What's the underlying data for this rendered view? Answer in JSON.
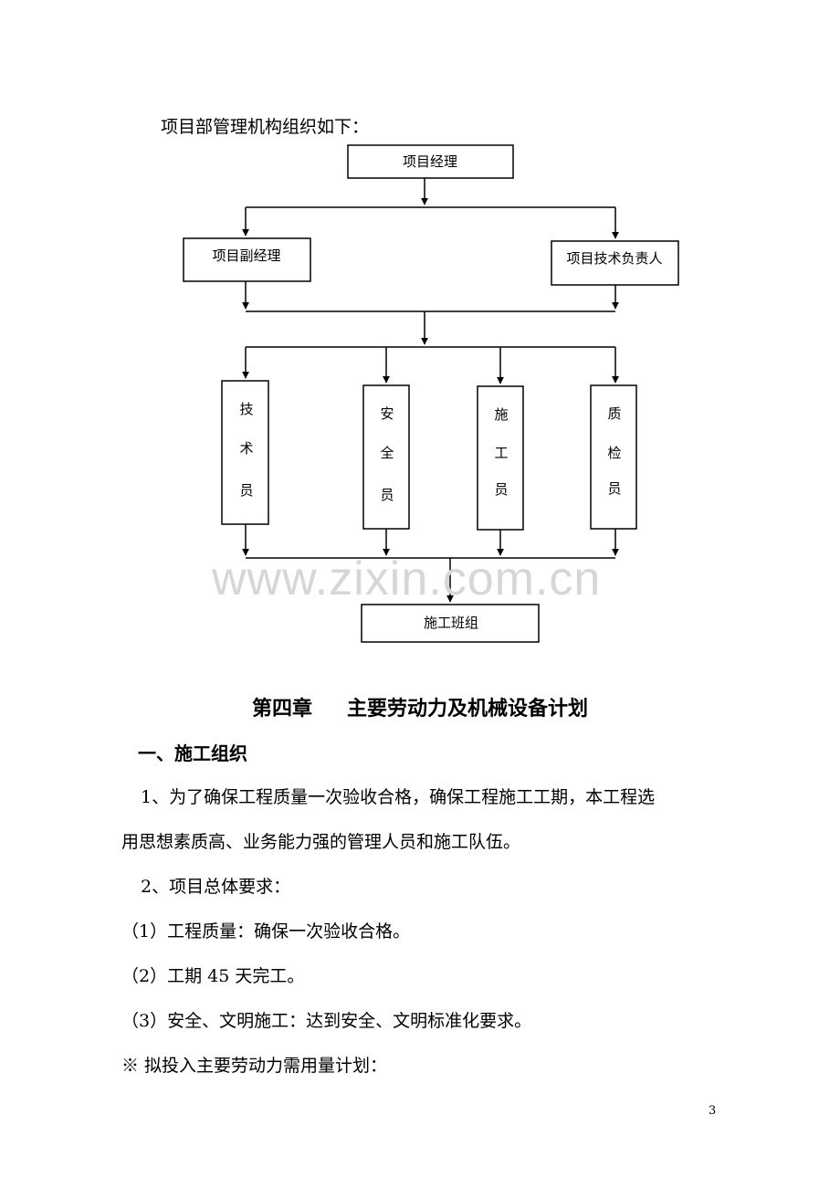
{
  "intro": "项目部管理机构组织如下：",
  "org_chart": {
    "manager": "项目经理",
    "deputy_manager": "项目副经理",
    "tech_lead": "项目技术负责人",
    "staff": [
      [
        "技",
        "术",
        "员"
      ],
      [
        "安",
        "全",
        "员"
      ],
      [
        "施",
        "工",
        "员"
      ],
      [
        "质",
        "检",
        "员"
      ]
    ],
    "team": "施工班组"
  },
  "watermark": "www.zixin.com.cn",
  "chapter": {
    "number": "第四章",
    "title": "主要劳动力及机械设备计划"
  },
  "section_title": "一、施工组织",
  "paragraphs": {
    "p1_line1": "1、为了确保工程质量一次验收合格，确保工程施工工期，本工程选",
    "p1_line2": "用思想素质高、业务能力强的管理人员和施工队伍。",
    "p2": "2、项目总体要求：",
    "req1": "（1）工程质量：确保一次验收合格。",
    "req2": "（2）工期 45 天完工。",
    "req3": "（3）安全、文明施工：达到安全、文明标准化要求。",
    "plan": "※  拟投入主要劳动力需用量计划："
  },
  "page_number": "3"
}
